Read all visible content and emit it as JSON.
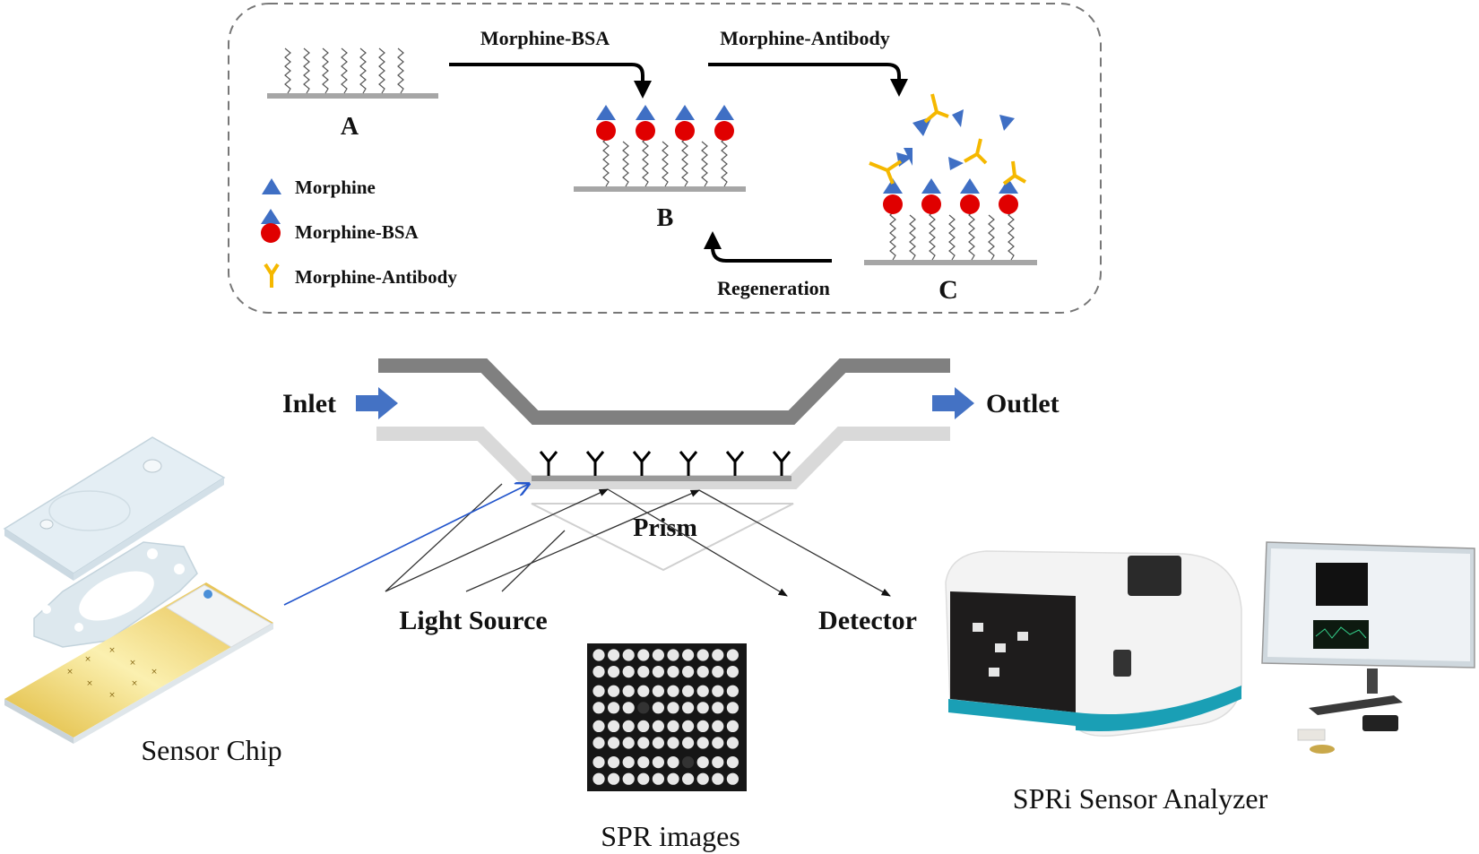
{
  "panel": {
    "step_labels": {
      "a": "A",
      "b": "B",
      "c": "C"
    },
    "arrow_1_label": "Morphine-BSA",
    "arrow_2_label": "Morphine-Antibody",
    "arrow_3_label": "Regeneration",
    "legend": [
      {
        "icon": "blue-triangle",
        "label": "Morphine"
      },
      {
        "icon": "triangle-on-red-circle",
        "label": "Morphine-BSA"
      },
      {
        "icon": "yellow-y-antibody",
        "label": "Morphine-Antibody"
      }
    ]
  },
  "flow_cell": {
    "inlet_label": "Inlet",
    "outlet_label": "Outlet",
    "prism_label": "Prism",
    "light_source_label": "Light Source",
    "detector_label": "Detector"
  },
  "captions": {
    "sensor_chip": "Sensor Chip",
    "spr_images": "SPR images",
    "analyzer": "SPRi Sensor Analyzer"
  },
  "spr_grid": {
    "rows": 8,
    "cols": 10,
    "dark_spots": [
      [
        3,
        3
      ],
      [
        6,
        6
      ]
    ]
  },
  "colors": {
    "morphine": "#3f6fc4",
    "bsa": "#e00000",
    "antibody": "#f5b800",
    "flow_arrow": "#4472c4",
    "surface": "#a6a6a6",
    "chip_gold": "#e8c650",
    "analyzer_teal": "#1a9fb5"
  }
}
